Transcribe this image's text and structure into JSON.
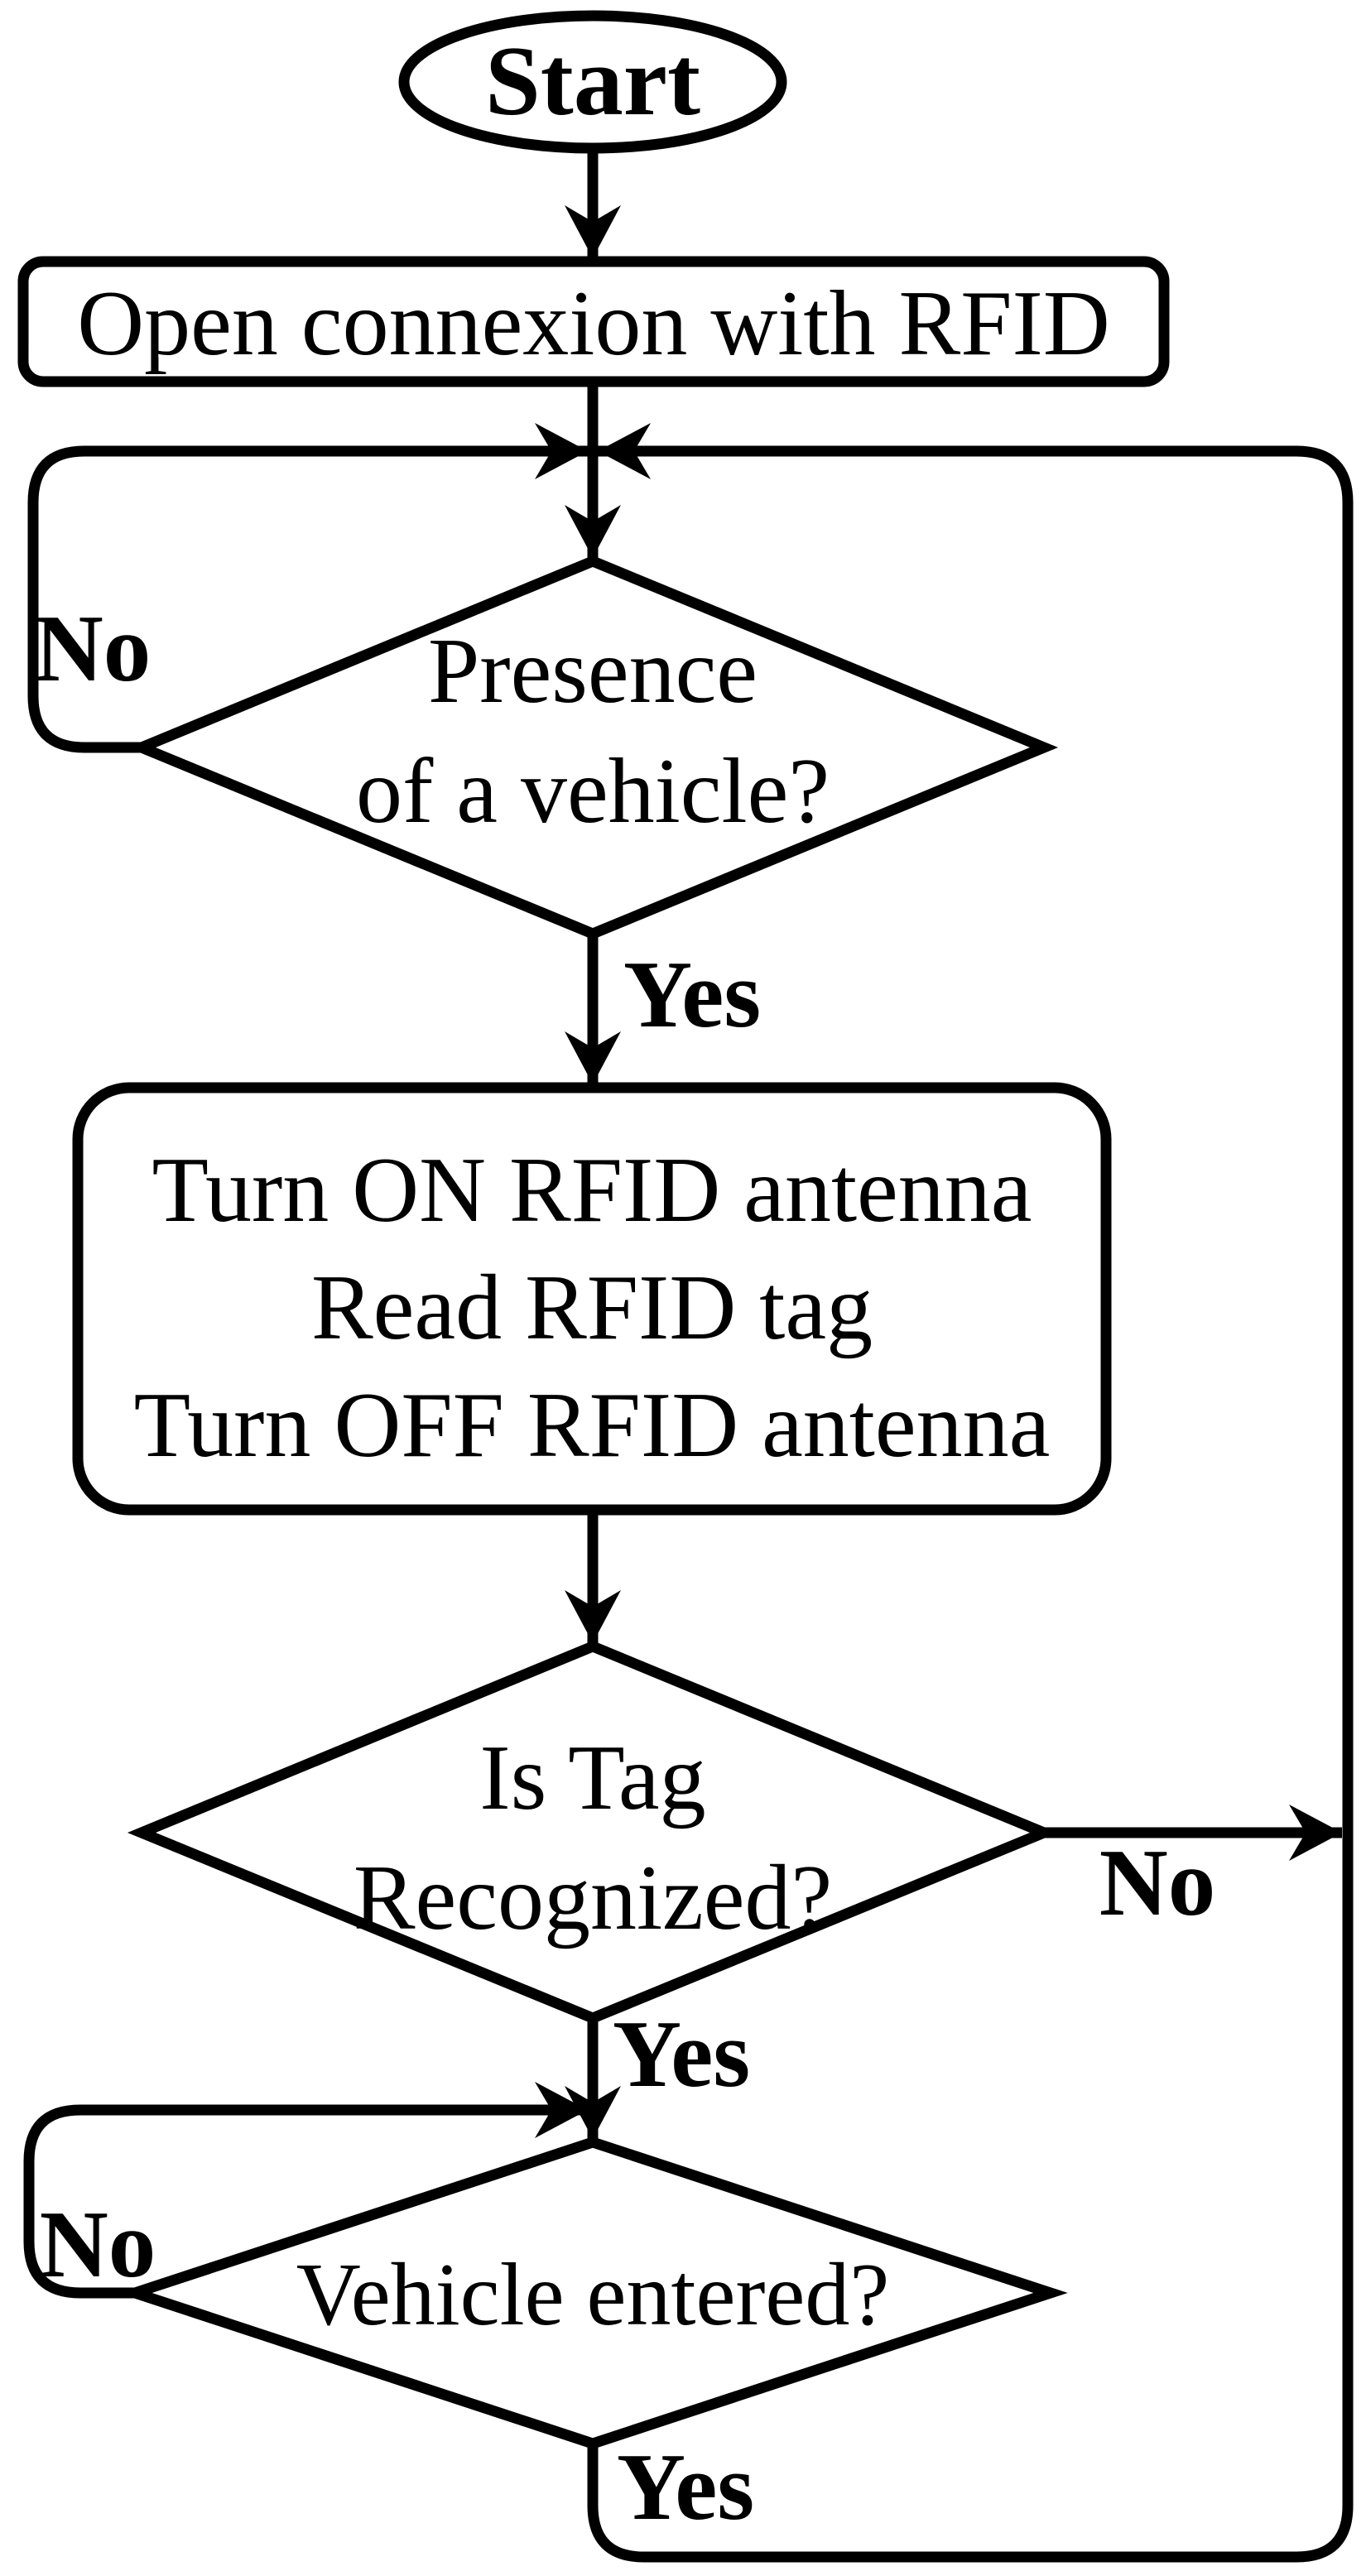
{
  "diagram": {
    "background": "#ffffff",
    "stroke_color": "#000000",
    "nodes": {
      "start": {
        "type": "terminator",
        "label": "Start"
      },
      "open_connexion": {
        "type": "process",
        "label": "Open connexion with RFID"
      },
      "presence_of_vehicle": {
        "type": "decision",
        "line1": "Presence",
        "line2": "of a vehicle?"
      },
      "rfid_read": {
        "type": "process",
        "line1": "Turn ON RFID antenna",
        "line2": "Read RFID tag",
        "line3": "Turn OFF RFID antenna"
      },
      "is_tag_recognized": {
        "type": "decision",
        "line1": "Is Tag",
        "line2": "Recognized?"
      },
      "vehicle_entered": {
        "type": "decision",
        "label": "Vehicle entered?"
      }
    },
    "edge_labels": {
      "presence_no": "No",
      "presence_yes": "Yes",
      "tag_recognized_no": "No",
      "tag_recognized_yes": "Yes",
      "vehicle_entered_no": "No",
      "vehicle_entered_yes": "Yes"
    }
  }
}
